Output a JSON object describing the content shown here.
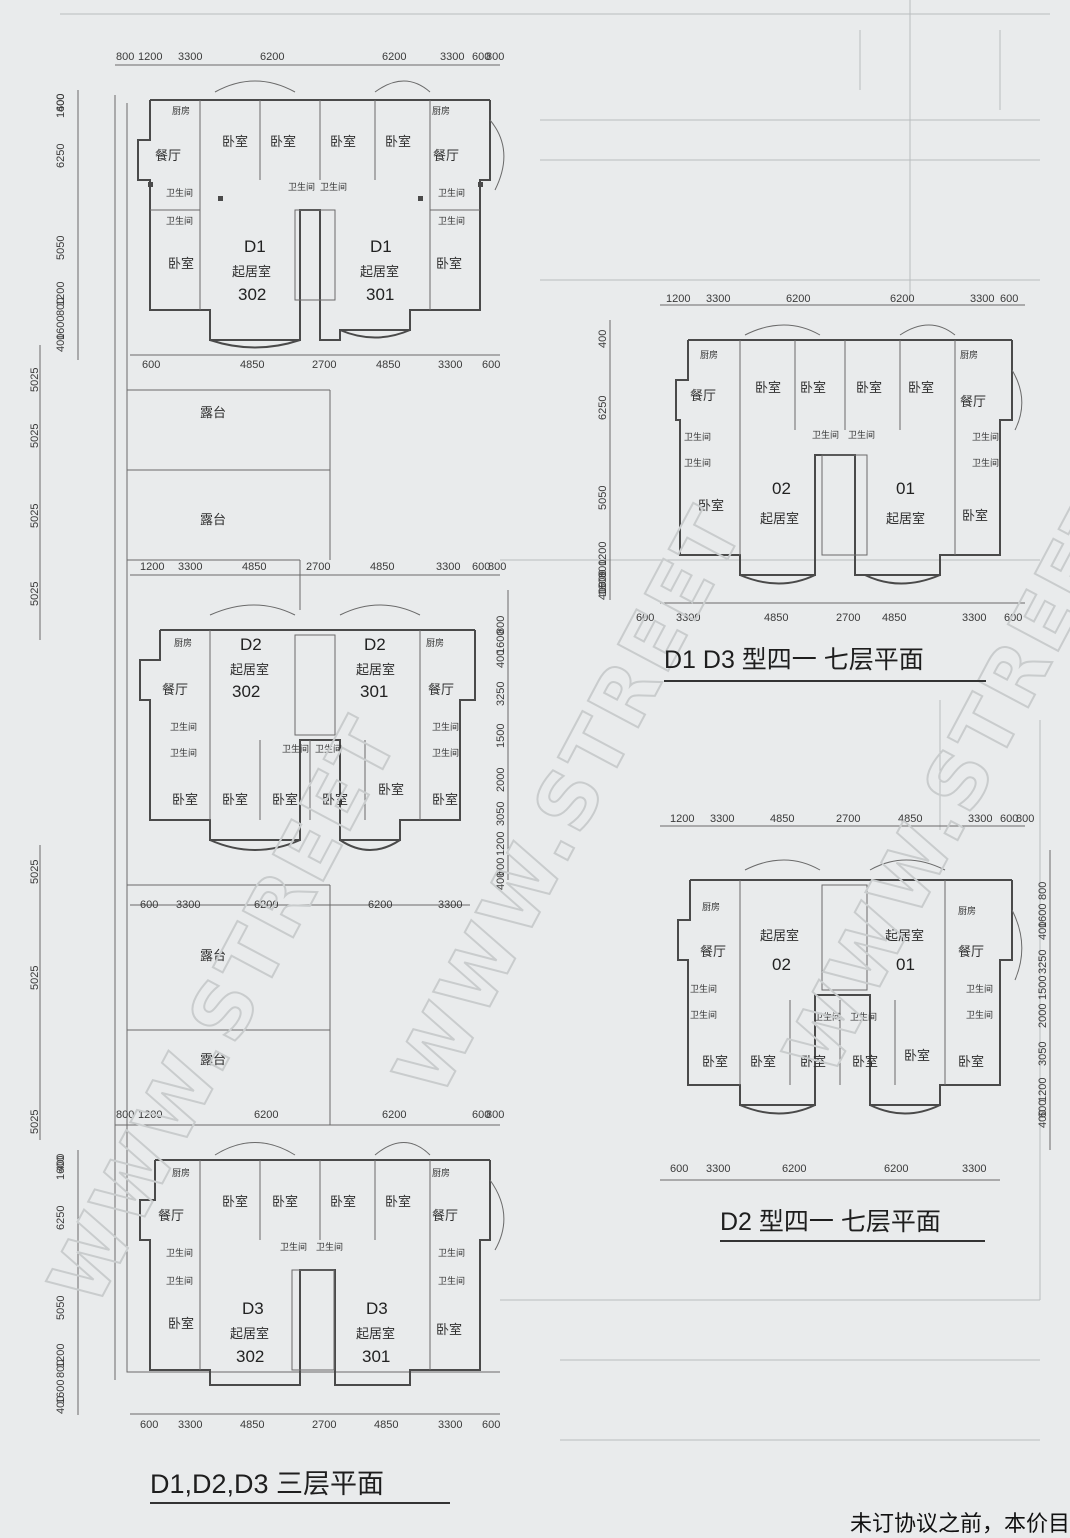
{
  "watermark": "WWW.STREET",
  "rooms": {
    "kitchen": "厨房",
    "dining": "餐厅",
    "bedroom": "卧室",
    "living": "起居室",
    "bath": "卫生间",
    "terrace": "露台"
  },
  "plan_d1": {
    "unit_label": "D1",
    "unit_left": "302",
    "unit_right": "301",
    "top_dims": [
      "800",
      "1200",
      "3300",
      "6200",
      "6200",
      "3300",
      "600",
      "800"
    ],
    "bottom_dims": [
      "600",
      "4850",
      "2700",
      "4850",
      "3300",
      "600"
    ],
    "left_dims": [
      "1600",
      "400",
      "6250",
      "5050",
      "1200",
      "800",
      "1600",
      "400"
    ]
  },
  "plan_d2": {
    "unit_label": "D2",
    "unit_left": "302",
    "unit_right": "301",
    "top_dims": [
      "1200",
      "3300",
      "4850",
      "2700",
      "4850",
      "3300",
      "600",
      "800"
    ],
    "bottom_dims": [
      "600",
      "3300",
      "6200",
      "6200",
      "3300"
    ],
    "right_dims": [
      "800",
      "1600",
      "400",
      "3250",
      "1500",
      "2000",
      "3050",
      "1200",
      "600",
      "400"
    ]
  },
  "plan_d3": {
    "unit_label": "D3",
    "unit_left": "302",
    "unit_right": "301",
    "top_dims": [
      "800",
      "1200",
      "6200",
      "6200",
      "600",
      "800"
    ],
    "bottom_dims": [
      "600",
      "3300",
      "4850",
      "2700",
      "4850",
      "3300",
      "600"
    ],
    "left_dims": [
      "1600",
      "400",
      "6250",
      "5050",
      "1200",
      "800",
      "1600",
      "400"
    ]
  },
  "side_dims": [
    "5025",
    "5025",
    "5025",
    "5025",
    "5025",
    "5025",
    "5025"
  ],
  "plan_upper_d1d3": {
    "unit_left": "02",
    "unit_right": "01",
    "top_dims": [
      "1200",
      "3300",
      "6200",
      "6200",
      "3300",
      "600"
    ],
    "bottom_dims": [
      "600",
      "3300",
      "4850",
      "2700",
      "4850",
      "3300",
      "600"
    ],
    "left_dims": [
      "1600",
      "400",
      "6250",
      "5050",
      "1200",
      "800",
      "1600",
      "400"
    ]
  },
  "plan_upper_d2": {
    "unit_left": "02",
    "unit_right": "01",
    "top_dims": [
      "1200",
      "3300",
      "4850",
      "2700",
      "4850",
      "3300",
      "600",
      "800"
    ],
    "bottom_dims": [
      "600",
      "3300",
      "6200",
      "6200",
      "3300"
    ],
    "right_dims": [
      "800",
      "1600",
      "400",
      "3250",
      "1500",
      "2000",
      "3050",
      "1200",
      "600",
      "400"
    ]
  },
  "titles": {
    "third_floor": "D1,D2,D3 三层平面",
    "upper_d1d3": "D1 D3 型四一 七层平面",
    "upper_d2": "D2 型四一 七层平面"
  },
  "footer_note": "未订协议之前，本价目"
}
